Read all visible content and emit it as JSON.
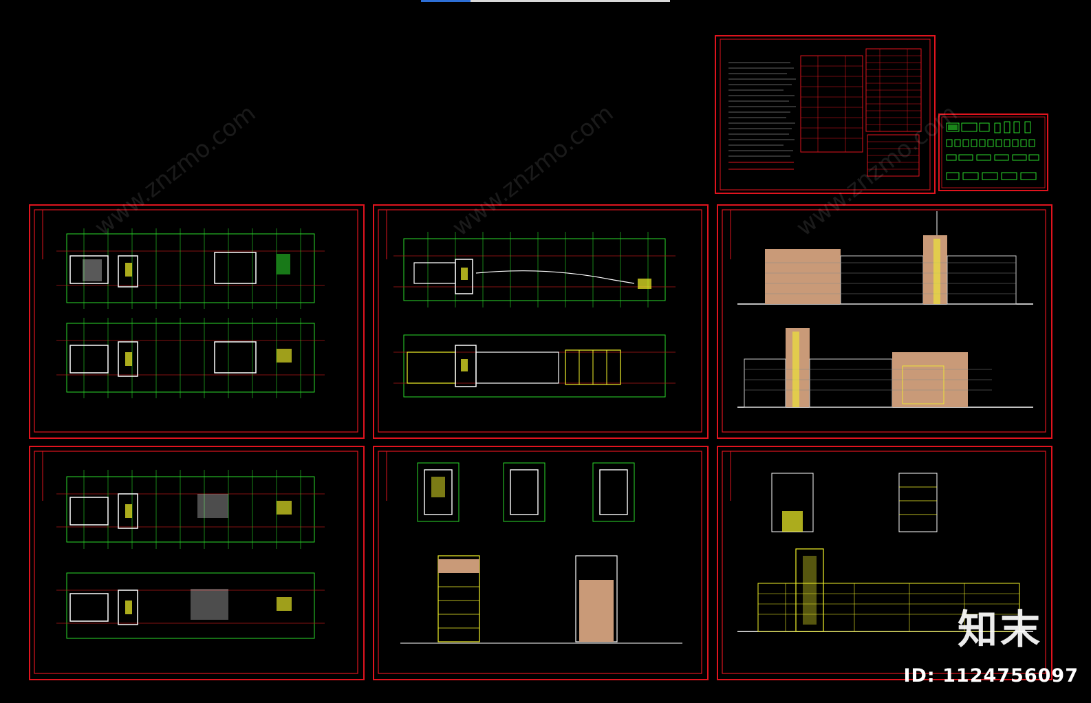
{
  "loading": {
    "progress": 0.2
  },
  "watermark": {
    "brand": "知末",
    "id": "ID: 1124756097",
    "site": "www.znzmo.com"
  },
  "colors": {
    "frame": "#e0141e",
    "axis": "#2bdc2b",
    "wall": "#ffffff",
    "accent": "#f5f52a",
    "brick": "#c99a78",
    "grid": "#b01818"
  }
}
